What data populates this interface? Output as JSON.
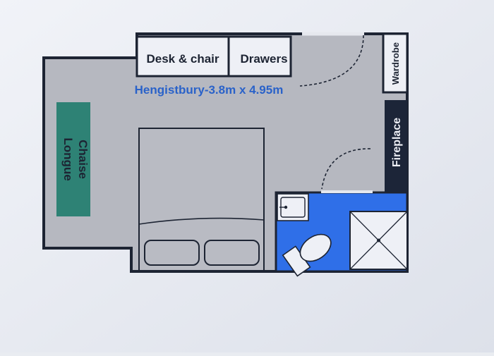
{
  "title": "Hengistbury-3.8m x 4.95m",
  "furniture": {
    "desk": "Desk & chair",
    "drawers": "Drawers",
    "wardrobe": "Wardrobe",
    "fireplace": "Fireplace",
    "chaise": [
      "Chaise",
      "Longue"
    ]
  },
  "colors": {
    "paper": "#eef0f6",
    "floor": "#b6b8c0",
    "wall": "#1d2433",
    "bathroom": "#2f6fe8",
    "chaise": "#2e8275",
    "fireplace": "#1c2538",
    "title": "#2a62c9"
  }
}
